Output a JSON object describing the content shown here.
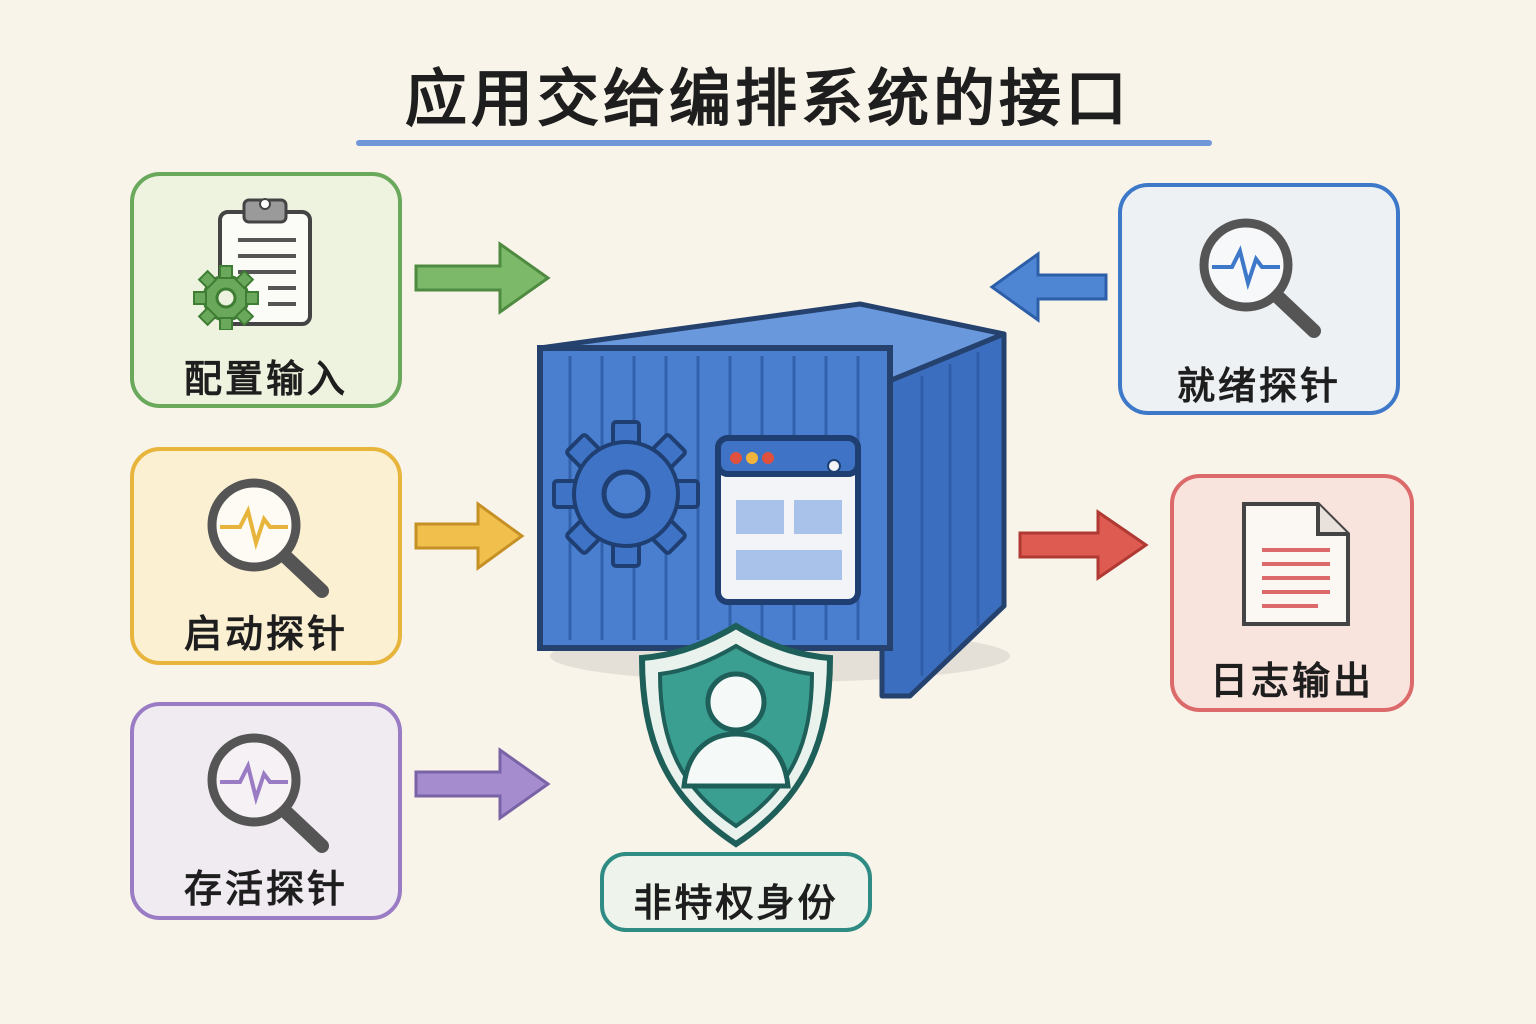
{
  "title": "应用交给编排系统的接口",
  "inputs": [
    {
      "id": "config",
      "label": "配置输入",
      "icon": "clipboard-gear-icon",
      "color": "#6aa85c"
    },
    {
      "id": "startup",
      "label": "启动探针",
      "icon": "magnifier-pulse-icon",
      "color": "#e8b53c"
    },
    {
      "id": "liveness",
      "label": "存活探针",
      "icon": "magnifier-pulse-icon",
      "color": "#9a7cc4"
    }
  ],
  "readiness": {
    "label": "就绪探针",
    "icon": "magnifier-pulse-icon",
    "color": "#3d78c9"
  },
  "logs": {
    "label": "日志输出",
    "icon": "document-lines-icon",
    "color": "#dc6a6a"
  },
  "identity": {
    "label": "非特权身份",
    "icon": "shield-user-icon",
    "color": "#2f8c84"
  },
  "container": {
    "icon": "container-icon",
    "color": "#4a7fd0"
  }
}
